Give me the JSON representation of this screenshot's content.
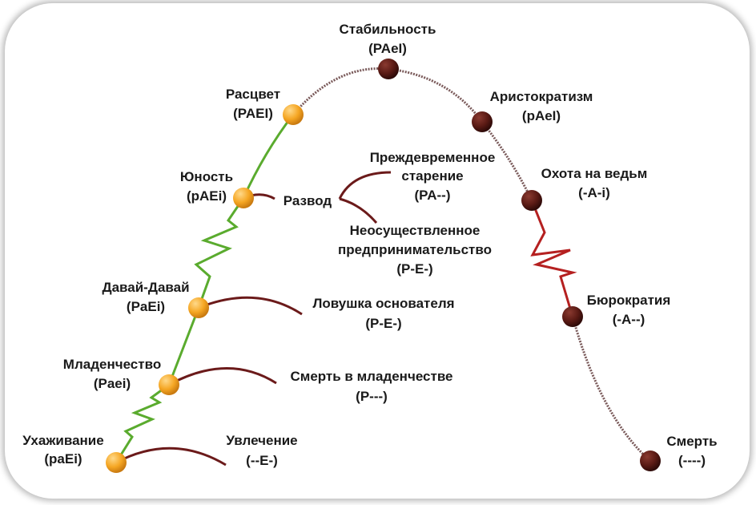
{
  "colors": {
    "growth_line": "#5aab2e",
    "decline_line": "#7a5a5a",
    "bureaucracy_line": "#b52020",
    "growth_node": "#f5a623",
    "decline_node": "#5a1a14",
    "branch_line": "#6b1a1a"
  },
  "stages": {
    "courtship": {
      "name": "Ухаживание",
      "code": "(paEi)"
    },
    "infancy": {
      "name": "Младенчество",
      "code": "(Paei)"
    },
    "gogo": {
      "name": "Давай-Давай",
      "code": "(PaEi)"
    },
    "adolescence": {
      "name": "Юность",
      "code": "(pAEi)"
    },
    "prime": {
      "name": "Расцвет",
      "code": "(PAEI)"
    },
    "stability": {
      "name": "Стабильность",
      "code": "(PAeI)"
    },
    "aristocracy": {
      "name": "Аристократизм",
      "code": "(pAeI)"
    },
    "witch_hunt": {
      "name": "Охота на ведьм",
      "code": "(-A-i)"
    },
    "bureaucracy": {
      "name": "Бюрократия",
      "code": "(-A--)"
    },
    "death": {
      "name": "Смерть",
      "code": "(----)"
    }
  },
  "traps": {
    "affair": {
      "name": "Увлечение",
      "code": "(--E-)"
    },
    "infant_mortality": {
      "name": "Смерть в младенчестве",
      "code": "(P---)"
    },
    "founder_trap": {
      "name": "Ловушка основателя",
      "code": "(P-E-)"
    },
    "divorce": {
      "name": "Развод"
    },
    "premature_aging": {
      "line1": "Преждевременное",
      "line2": "старение",
      "code": "(PA--)"
    },
    "unfulfilled": {
      "line1": "Неосуществленное",
      "line2": "предпринимательство",
      "code": "(P-E-)"
    }
  }
}
